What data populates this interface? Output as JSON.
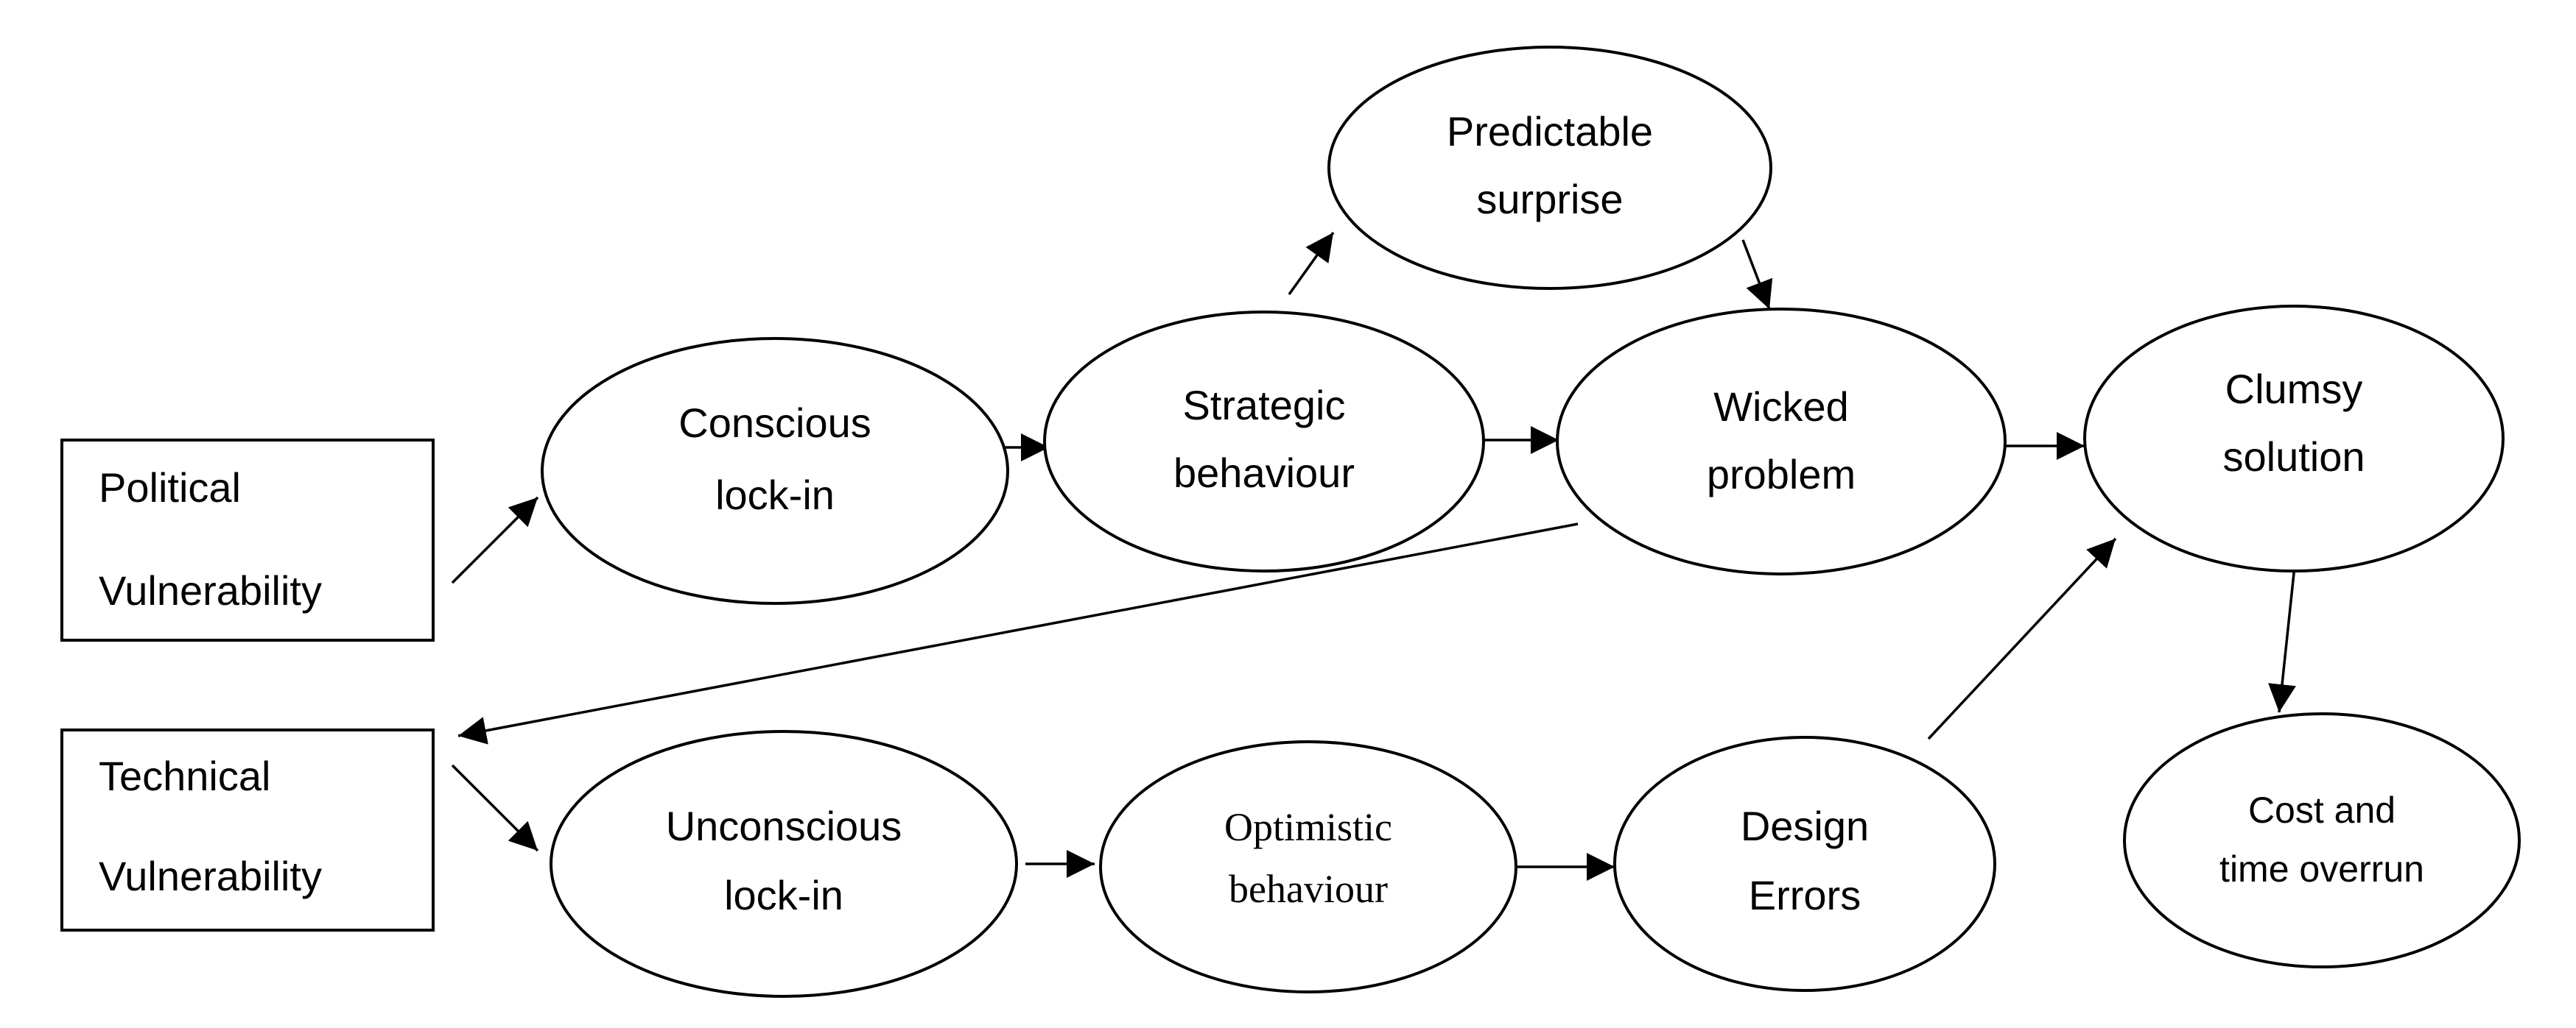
{
  "nodes": {
    "political_vulnerability": [
      "Political",
      "Vulnerability"
    ],
    "technical_vulnerability": [
      "Technical",
      "Vulnerability"
    ],
    "conscious_lock_in": [
      "Conscious",
      "lock-in"
    ],
    "strategic_behaviour": [
      "Strategic",
      "behaviour"
    ],
    "predictable_surprise": [
      "Predictable",
      "surprise"
    ],
    "wicked_problem": [
      "Wicked",
      "problem"
    ],
    "clumsy_solution": [
      "Clumsy",
      "solution"
    ],
    "unconscious_lock_in": [
      "Unconscious",
      "lock-in"
    ],
    "optimistic_behaviour": [
      "Optimistic",
      "behaviour"
    ],
    "design_errors": [
      "Design",
      "Errors"
    ],
    "cost_time_overrun": [
      "Cost and",
      "time overrun"
    ]
  },
  "colors": {
    "stroke": "#000000",
    "fill": "#ffffff",
    "text": "#000000"
  }
}
